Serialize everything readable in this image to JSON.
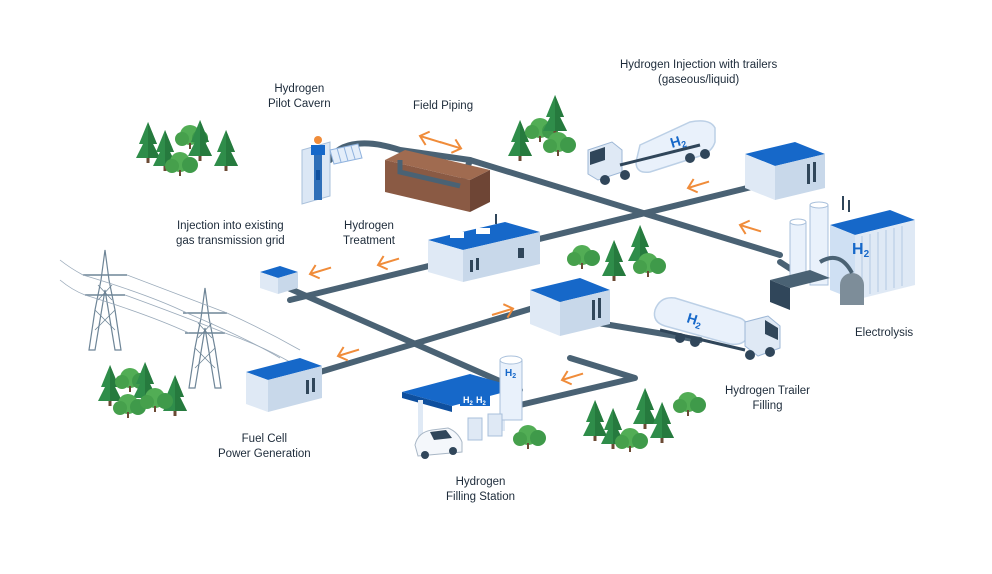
{
  "labels": {
    "pilot_cavern": [
      "Hydrogen",
      "Pilot Cavern"
    ],
    "field_piping": [
      "Field Piping"
    ],
    "injection_trailers": [
      "Hydrogen Injection with trailers",
      "(gaseous/liquid)"
    ],
    "injection_grid": [
      "Injection into existing",
      "gas transmission grid"
    ],
    "treatment": [
      "Hydrogen",
      "Treatment"
    ],
    "electrolysis": [
      "Electrolysis"
    ],
    "fuel_cell": [
      "Fuel Cell",
      "Power Generation"
    ],
    "trailer_filling": [
      "Hydrogen Trailer",
      "Filling"
    ],
    "filling_station": [
      "Hydrogen",
      "Filling Station"
    ]
  },
  "icon_text": {
    "h2_symbol": "H",
    "h2_subscript": "2"
  },
  "colors": {
    "pipe": "#4a6274",
    "arrow": "#f08c3a",
    "building_blue": "#1668c9",
    "building_wall": "#dfe9f5",
    "tree_dark": "#2f8d4a",
    "tree_light": "#52ad55",
    "cavern_brown": "#8a5a44",
    "tank": "#e9f1fb",
    "text": "#1d2b3a"
  }
}
